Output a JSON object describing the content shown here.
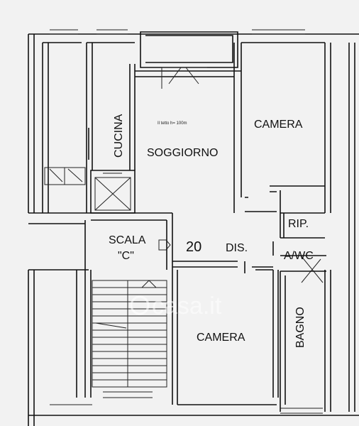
{
  "plan": {
    "rooms": {
      "cucina": "CUCINA",
      "soggiorno": "SOGGIORNO",
      "camera_top": "CAMERA",
      "camera_bottom": "CAMERA",
      "rip": "RIP.",
      "dis": "DIS.",
      "wc": "A/WC",
      "bagno": "BAGNO",
      "scala": "SCALA",
      "scala_c": "\"C\""
    },
    "apartment_number": "20",
    "height_note": "Il tetto h= 100m",
    "watermark": "casa.it"
  }
}
